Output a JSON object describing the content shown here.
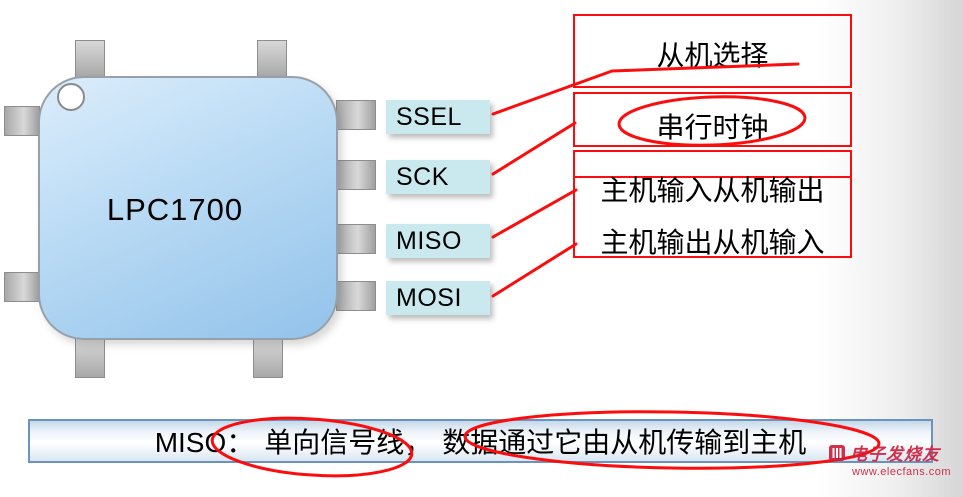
{
  "chip": {
    "label": "LPC1700"
  },
  "pin_labels": [
    {
      "label": "SSEL"
    },
    {
      "label": "SCK"
    },
    {
      "label": "MISO"
    },
    {
      "label": "MOSI"
    }
  ],
  "annotation_box": {
    "slave_select": "从机选择",
    "serial_clock": "串行时钟",
    "miso_meaning": "主机输入从机输出",
    "mosi_meaning": "主机输出从机输入"
  },
  "bottom_bar": {
    "prefix": "MISO：",
    "circled": "单向信号线，",
    "rest": "数据通过它由从机传输到主机"
  },
  "watermark": {
    "brand": "电子发烧友",
    "site": "www.elecfans.com",
    "logo_icon": "elecfans-logo-icon"
  },
  "colors": {
    "annotation_red": "#fb0d0d",
    "chip_fill": "#aacfef",
    "pin_label_bg": "#c9e9ee",
    "bar_border": "#6a93bd"
  }
}
